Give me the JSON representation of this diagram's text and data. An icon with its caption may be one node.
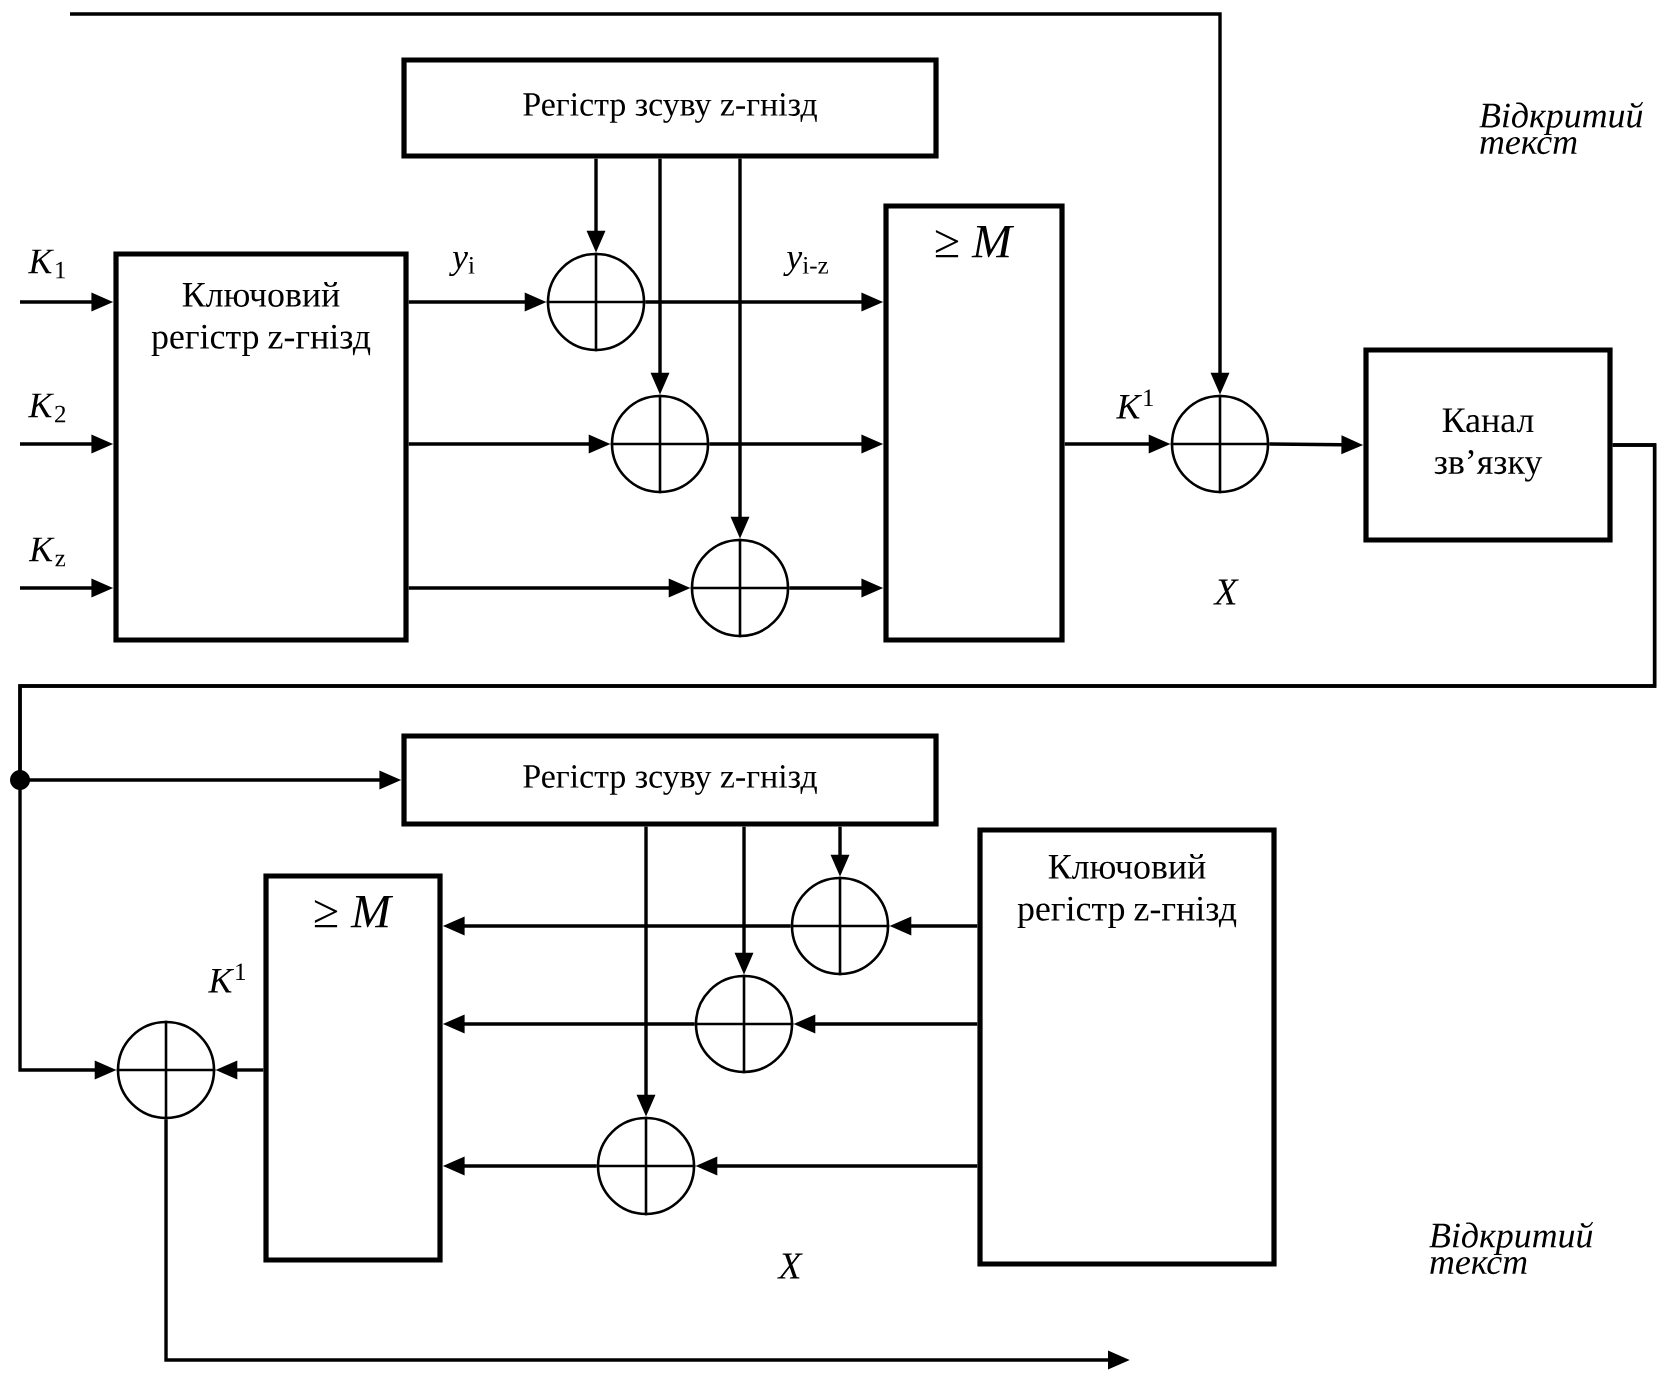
{
  "diagram": {
    "nodes": [
      {
        "text": [
          "Регістр зсуву z-гнізд"
        ]
      },
      {
        "text": [
          "Ключовий регістр z-гнізд"
        ]
      },
      {
        "text": [],
        "shape": "circle"
      },
      {
        "text": [],
        "shape": "circle"
      },
      {
        "text": [],
        "shape": "circle"
      },
      {
        "text": [
          "≥ *M*"
        ]
      },
      {
        "text": [],
        "shape": "circle"
      },
      {
        "text": [
          "Канал зв’язку"
        ]
      },
      {
        "text": [
          "Регістр зсуву z-гнізд"
        ]
      },
      {
        "text": [],
        "shape": "circle"
      },
      {
        "text": [
          "≥ *M*"
        ]
      },
      {
        "text": [],
        "shape": "circle"
      },
      {
        "text": [],
        "shape": "circle"
      },
      {
        "text": [],
        "shape": "circle"
      },
      {
        "text": [
          "Ключовий регістр z-гнізд"
        ]
      }
    ],
    "edges": [
      {
        "from": null,
        "to": 1,
        "arrow": "to",
        "label": "*K*$_{1}$"
      },
      {
        "from": null,
        "to": 1,
        "arrow": "to",
        "label": "*K*$_{2}$"
      },
      {
        "from": null,
        "to": 1,
        "arrow": "to",
        "label": "*K*$_{z}$"
      },
      {
        "from": 0,
        "to": 2,
        "arrow": "to"
      },
      {
        "from": 0,
        "to": 3,
        "arrow": "to"
      },
      {
        "from": 0,
        "to": 4,
        "arrow": "to"
      },
      {
        "from": 1,
        "to": 2,
        "arrow": "to",
        "label": "*y*$_{i}$"
      },
      {
        "from": 1,
        "to": 3,
        "arrow": "to"
      },
      {
        "from": 1,
        "to": 4,
        "arrow": "to"
      },
      {
        "from": 2,
        "to": 5,
        "arrow": "to",
        "label": "*y*$_{i-z}$"
      },
      {
        "from": 3,
        "to": 5,
        "arrow": "to"
      },
      {
        "from": 4,
        "to": 5,
        "arrow": "to"
      },
      {
        "from": 5,
        "to": 6,
        "arrow": "to",
        "label": "*K*$^{1}$"
      },
      {
        "from": null,
        "to": 6,
        "arrow": "to"
      },
      {
        "from": 6,
        "to": 7,
        "arrow": "to"
      },
      {
        "from": 7,
        "to": 8,
        "arrow": "to"
      },
      {
        "from": 7,
        "to": 9,
        "arrow": "to"
      },
      {
        "from": 8,
        "to": 11,
        "arrow": "to"
      },
      {
        "from": 8,
        "to": 12,
        "arrow": "to"
      },
      {
        "from": 8,
        "to": 13,
        "arrow": "to"
      },
      {
        "from": 14,
        "to": 13,
        "arrow": "to"
      },
      {
        "from": 13,
        "to": 10,
        "arrow": "to"
      },
      {
        "from": 14,
        "to": 12,
        "arrow": "to"
      },
      {
        "from": 12,
        "to": 10,
        "arrow": "to"
      },
      {
        "from": 14,
        "to": 11,
        "arrow": "to"
      },
      {
        "from": 11,
        "to": 10,
        "arrow": "to"
      },
      {
        "from": 10,
        "to": 9,
        "arrow": "to",
        "label": "*K*$^{1}$"
      },
      {
        "from": 9,
        "to": null,
        "arrow": "to"
      }
    ],
    "labels": [
      "Відкритий текст",
      "X",
      "Відкритий текст",
      "X"
    ]
  }
}
